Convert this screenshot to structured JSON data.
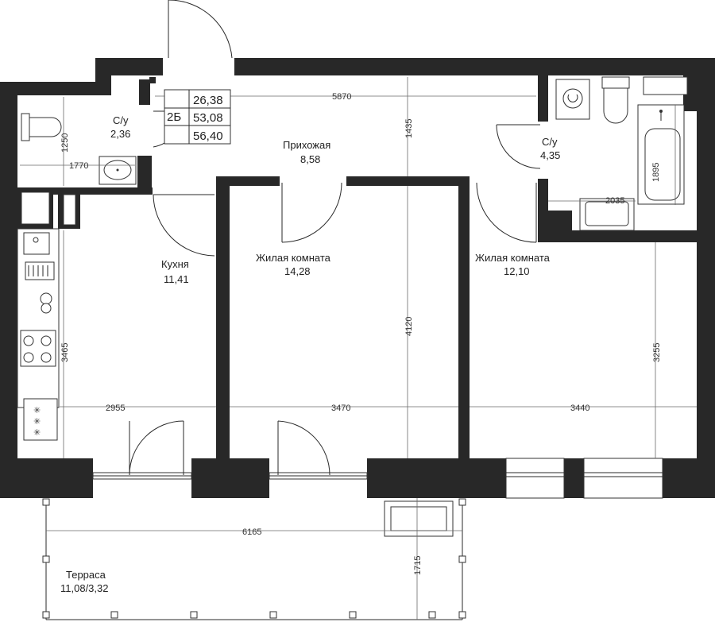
{
  "apartment": {
    "type": "2Б",
    "areas": [
      "26,38",
      "53,08",
      "56,40"
    ]
  },
  "rooms": {
    "bathroom_left": {
      "name": "С/у",
      "area": "2,36"
    },
    "hallway": {
      "name": "Прихожая",
      "area": "8,58"
    },
    "bathroom_right": {
      "name": "С/у",
      "area": "4,35"
    },
    "kitchen": {
      "name": "Кухня",
      "area": "11,41"
    },
    "living_1": {
      "name": "Жилая комната",
      "area": "14,28"
    },
    "living_2": {
      "name": "Жилая комната",
      "area": "12,10"
    },
    "terrace": {
      "name": "Терраса",
      "area": "11,08/3,32"
    }
  },
  "dimensions": {
    "hall_width": "5870",
    "hall_depth": "1435",
    "bath_left_width": "1770",
    "bath_left_depth": "1250",
    "bath_right_width": "2035",
    "bath_right_depth": "1895",
    "kitchen_width": "2955",
    "kitchen_depth": "3465",
    "living_1_width": "3470",
    "living_1_depth": "4120",
    "living_2_width": "3440",
    "living_2_depth": "3255",
    "terrace_width": "6165",
    "terrace_depth": "1715"
  }
}
